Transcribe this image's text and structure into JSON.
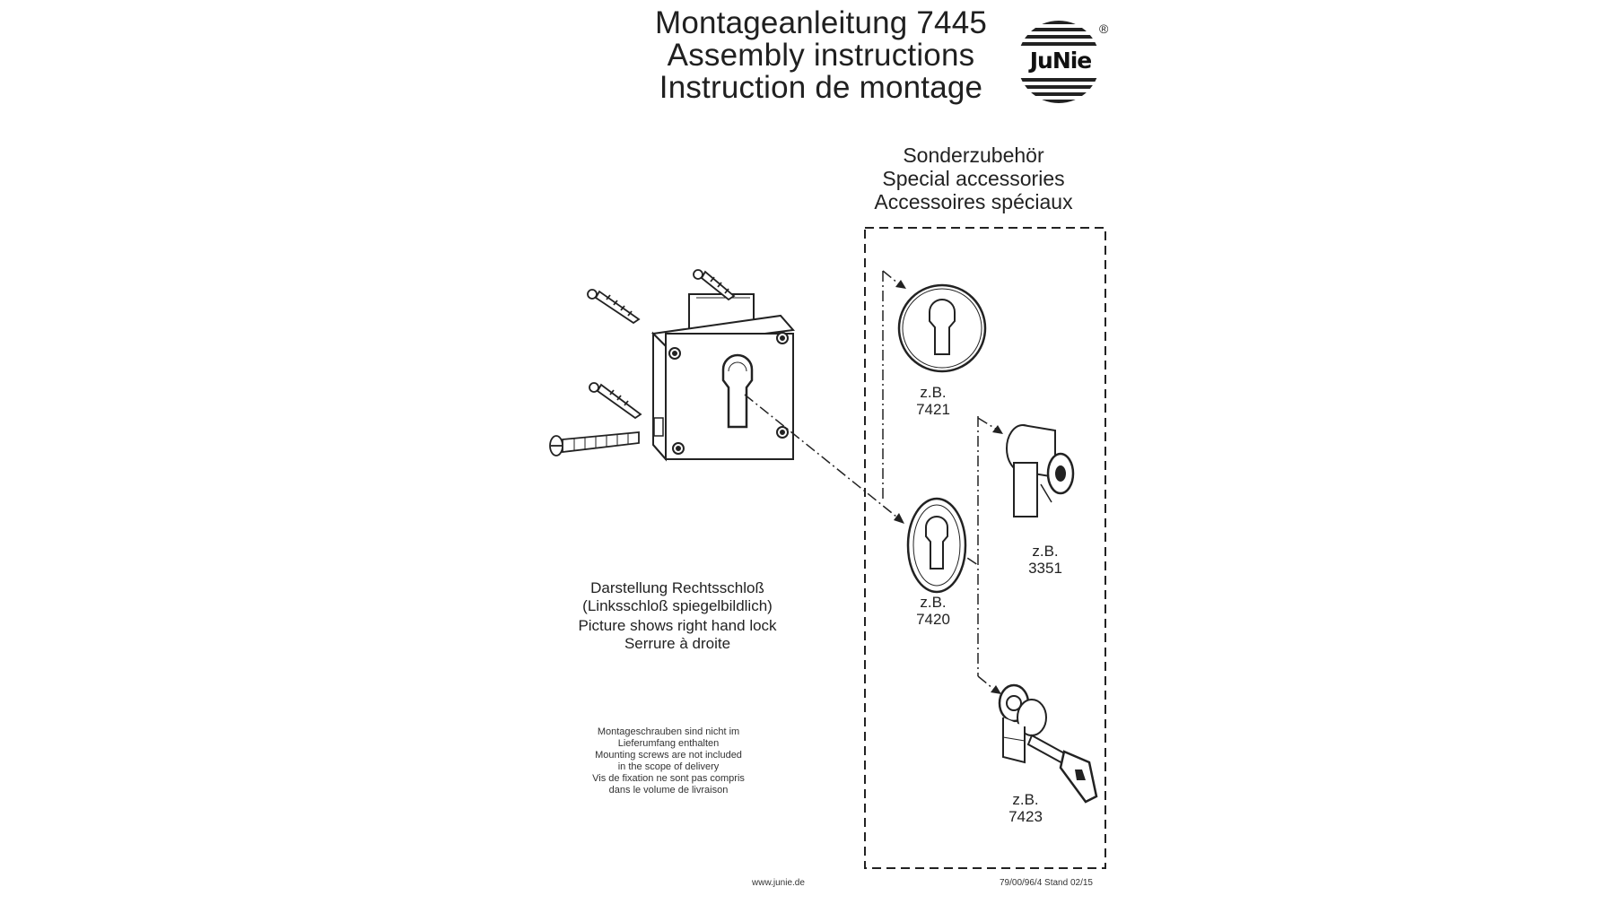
{
  "header": {
    "title_de": "Montageanleitung 7445",
    "title_en": "Assembly instructions",
    "title_fr": "Instruction de montage",
    "brand": "JuNie",
    "registered": "®"
  },
  "accessories": {
    "heading": [
      "Sonderzubehör",
      "Special accessories",
      "Accessoires spéciaux"
    ],
    "items": [
      {
        "prefix": "z.B.",
        "code": "7421",
        "icon": "round-escutcheon-icon"
      },
      {
        "prefix": "z.B.",
        "code": "3351",
        "icon": "cylinder-with-knob-icon"
      },
      {
        "prefix": "z.B.",
        "code": "7420",
        "icon": "oval-escutcheon-icon"
      },
      {
        "prefix": "z.B.",
        "code": "7423",
        "icon": "profile-cylinder-with-key-icon"
      }
    ]
  },
  "lock_note": [
    "Darstellung Rechtsschloß",
    "(Linksschloß spiegelbildlich)",
    "Picture shows right hand lock",
    "Serrure à droite"
  ],
  "screws_note": [
    "Montageschrauben sind nicht im",
    "Lieferumfang enthalten",
    "Mounting screws are not included",
    "in the scope of delivery",
    "Vis de fixation ne sont pas compris",
    "dans le volume de livraison"
  ],
  "footer": {
    "website": "www.junie.de",
    "doc_ref": "79/00/96/4 Stand 02/15"
  }
}
